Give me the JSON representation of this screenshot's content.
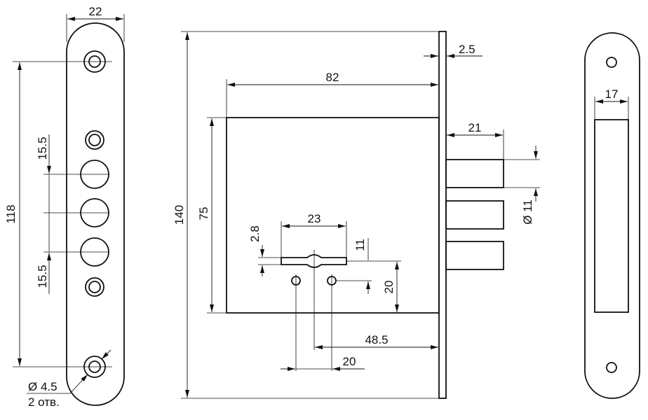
{
  "front_plate": {
    "dim_width": "22",
    "dim_length": "118",
    "dim_spacing_top": "15.5",
    "dim_spacing_bottom": "15.5",
    "hole_note_diameter": "Ø 4.5",
    "hole_note_count": "2 отв."
  },
  "lock_body": {
    "dim_height": "140",
    "dim_case_width": "82",
    "dim_case_height": "75",
    "dim_plate_thickness": "2.5",
    "dim_bolt_throw": "21",
    "dim_bolt_diameter": "Ø 11",
    "dim_keyhole_width": "23",
    "dim_keyhole_height": "2.8",
    "dim_keyhole_offset": "11",
    "dim_keyhole_to_bottom": "20",
    "dim_backset": "48.5",
    "dim_hole_spacing": "20"
  },
  "strike_plate": {
    "dim_window_width": "17"
  }
}
